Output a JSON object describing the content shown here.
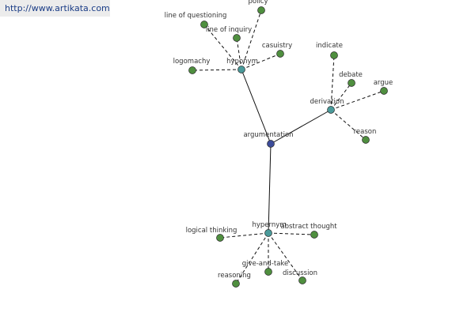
{
  "source_url": "http://www.artikata.com",
  "colors": {
    "leaf": "#4f8f3f",
    "relation": "#4a9a9a",
    "center": "#3c4c9a",
    "edge": "#111111"
  },
  "graph": {
    "center": {
      "id": "argumentation",
      "label": "argumentation"
    },
    "relations": [
      {
        "id": "hyponym",
        "label": "hyponym",
        "words": [
          {
            "id": "policy",
            "label": "policy"
          },
          {
            "id": "line-of-questioning",
            "label": "line of questioning"
          },
          {
            "id": "line-of-inquiry",
            "label": "line of inquiry"
          },
          {
            "id": "casuistry",
            "label": "casuistry"
          },
          {
            "id": "logomachy",
            "label": "logomachy"
          }
        ]
      },
      {
        "id": "derivation",
        "label": "derivation",
        "words": [
          {
            "id": "indicate",
            "label": "indicate"
          },
          {
            "id": "debate",
            "label": "debate"
          },
          {
            "id": "argue",
            "label": "argue"
          },
          {
            "id": "reason",
            "label": "reason"
          }
        ]
      },
      {
        "id": "hypernym",
        "label": "hypernym",
        "words": [
          {
            "id": "logical-thinking",
            "label": "logical thinking"
          },
          {
            "id": "abstract-thought",
            "label": "abstract thought"
          },
          {
            "id": "give-and-take",
            "label": "give-and-take"
          },
          {
            "id": "discussion",
            "label": "discussion"
          },
          {
            "id": "reasoning",
            "label": "reasoning"
          }
        ]
      }
    ]
  }
}
